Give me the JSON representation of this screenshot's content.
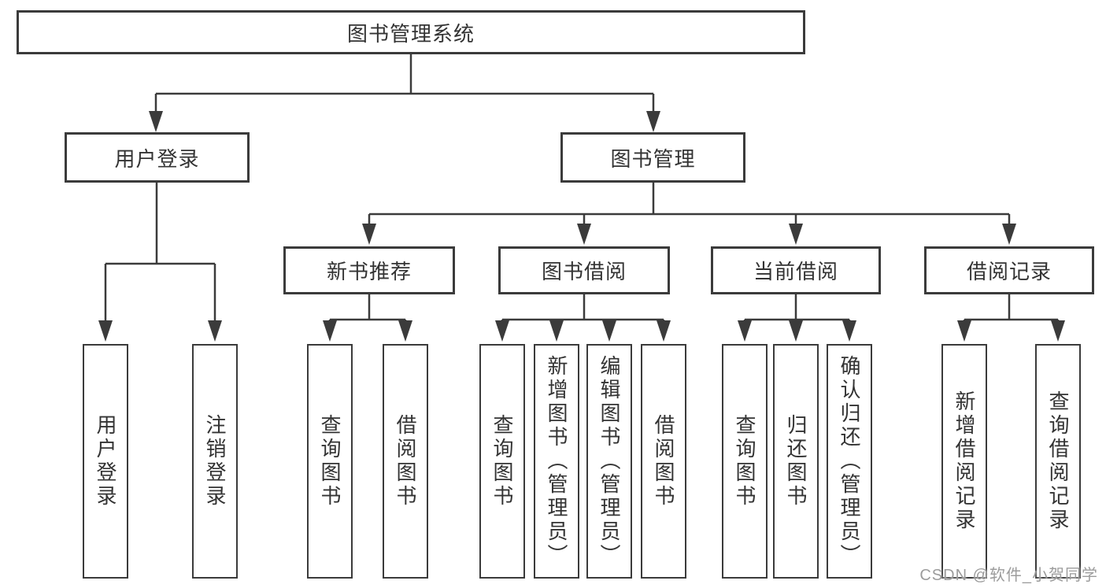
{
  "diagram": {
    "root": {
      "label": "图书管理系统"
    },
    "branches": [
      {
        "label": "用户登录",
        "children": [
          {
            "label": "用户登录"
          },
          {
            "label": "注销登录"
          }
        ]
      },
      {
        "label": "图书管理",
        "children": [
          {
            "label": "新书推荐",
            "children": [
              {
                "label": "查询图书"
              },
              {
                "label": "借阅图书"
              }
            ]
          },
          {
            "label": "图书借阅",
            "children": [
              {
                "label": "查询图书"
              },
              {
                "label": "新增图书（管理员）"
              },
              {
                "label": "编辑图书（管理员）"
              },
              {
                "label": "借阅图书"
              }
            ]
          },
          {
            "label": "当前借阅",
            "children": [
              {
                "label": "查询图书"
              },
              {
                "label": "归还图书"
              },
              {
                "label": "确认归还（管理员）"
              }
            ]
          },
          {
            "label": "借阅记录",
            "children": [
              {
                "label": "新增借阅记录"
              },
              {
                "label": "查询借阅记录"
              }
            ]
          }
        ]
      }
    ]
  },
  "watermark": "CSDN @软件_小贺同学",
  "colors": {
    "line": "#3b3b3b",
    "box_border": "#3b3b3b",
    "text": "#333333",
    "watermark": "#9c9c9c",
    "background": "#ffffff"
  }
}
